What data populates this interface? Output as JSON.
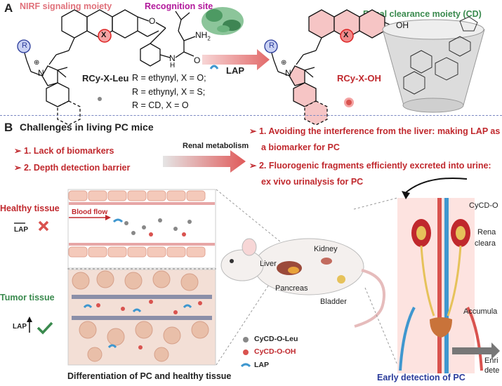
{
  "panel_a": {
    "letter": "A",
    "nirf_label": "NIRF signaling moiety",
    "recognition_label": "Recognition site",
    "renal_label": "Renal clearance moiety (CD)",
    "probe_name": "RCy-X-Leu",
    "product_name": "RCy-X-OH",
    "enzyme": "LAP",
    "r_label": "R",
    "x_label": "X",
    "nh2": "NH",
    "nh2_sub": "2",
    "hn": "H",
    "n_amide": "N",
    "o_carbonyl": "O",
    "o_ether": "O",
    "oh": "OH",
    "n_plus": "N",
    "plus": "⊕",
    "variants": [
      "R = ethynyl, X = O;",
      "R = ethynyl, X = S;",
      "R = CD, X = O"
    ]
  },
  "panel_b": {
    "letter": "B",
    "title": "Challenges in living PC mice",
    "challenges": [
      "1. Lack of  biomarkers",
      "2. Depth detection barrier"
    ],
    "renal_metabolism": "Renal metabolism",
    "solutions": [
      "1. Avoiding the interference from the liver: making LAP as",
      "a  biomarker for PC",
      "2. Fluorogenic fragments efficiently excreted into urine:",
      "ex vivo urinalysis for PC"
    ],
    "healthy_tissue": "Healthy tissue",
    "tumor_tissue": "Tumor tissue",
    "lap_low": "LAP",
    "lap_high": "LAP",
    "blood_flow": "Blood flow",
    "organs": {
      "liver": "Liver",
      "kidney": "Kidney",
      "pancreas": "Pancreas",
      "bladder": "Bladder"
    },
    "legend": [
      "CyCD-O-Leu",
      "CyCD-O-OH",
      "LAP"
    ],
    "caption_left": "Differentiation of PC and healthy tissue",
    "caption_right": "Early detection of PC",
    "right_labels": {
      "cycd": "CyCD-O",
      "renal": "Rena",
      "clearance": "cleara",
      "accumulation": "Accumula",
      "enrich": "Enri",
      "dete": "dete"
    }
  },
  "colors": {
    "accent_red": "#c0282d",
    "pink": "#e0707a",
    "magenta": "#b2199b",
    "green": "#3a8a4e",
    "blue": "#2b3c9b"
  }
}
